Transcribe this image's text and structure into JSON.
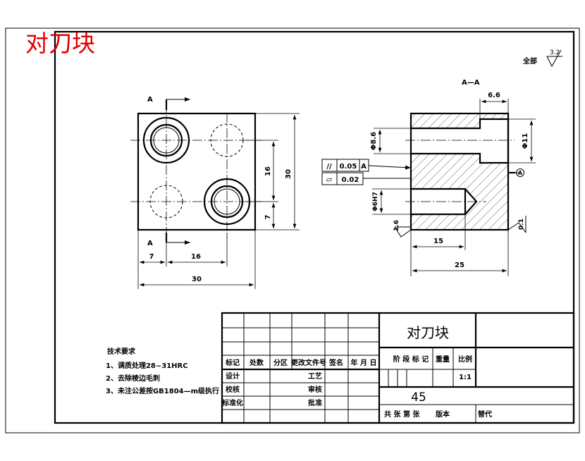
{
  "header": {
    "part_name_red": "对刀块",
    "red_color": "#e00000"
  },
  "roughness": {
    "label": "全部",
    "value": "3.2"
  },
  "front_view": {
    "section_letter_top": "A",
    "section_letter_bottom": "A",
    "dims": {
      "width": "30",
      "left_offset": "7",
      "hole_spacing_h": "16",
      "height": "30",
      "hole_spacing_v": "16",
      "bottom_offset": "7"
    }
  },
  "section_view": {
    "title": "A—A",
    "dims": {
      "counterbore_depth": "6.6",
      "hole_dia": "Φ8.6",
      "counterbore_dia": "Φ11",
      "pin_hole": "Φ6H7",
      "depth_15": "15",
      "length": "25",
      "datum": "A",
      "left_tol": "1.6",
      "right_tol": "0.1"
    },
    "fcf_parallel": {
      "symbol": "//",
      "value": "0.05",
      "datum": "A"
    },
    "fcf_flatness": {
      "symbol": "▱",
      "value": "0.02"
    }
  },
  "tech_requirements": {
    "title": "技术要求",
    "items": [
      "1、调质处理28~31HRC",
      "2、去除棱边毛刺",
      "3、未注公差按GB1804—m级执行"
    ]
  },
  "title_block": {
    "part_name": "对刀块",
    "material": "45",
    "scale_label": "比例",
    "scale_value": "1:1",
    "stage_label": "阶 段 标 记",
    "weight_label": "重量",
    "row_labels": [
      "标记",
      "处数",
      "分区",
      "更改文件号",
      "签名",
      "年 月 日"
    ],
    "design": "设计",
    "process": "工艺",
    "check": "校核",
    "review": "审核",
    "standard": "标准化",
    "approve": "批准",
    "sheets": "共  张 第  张",
    "version": "版本",
    "replace": "替代"
  }
}
